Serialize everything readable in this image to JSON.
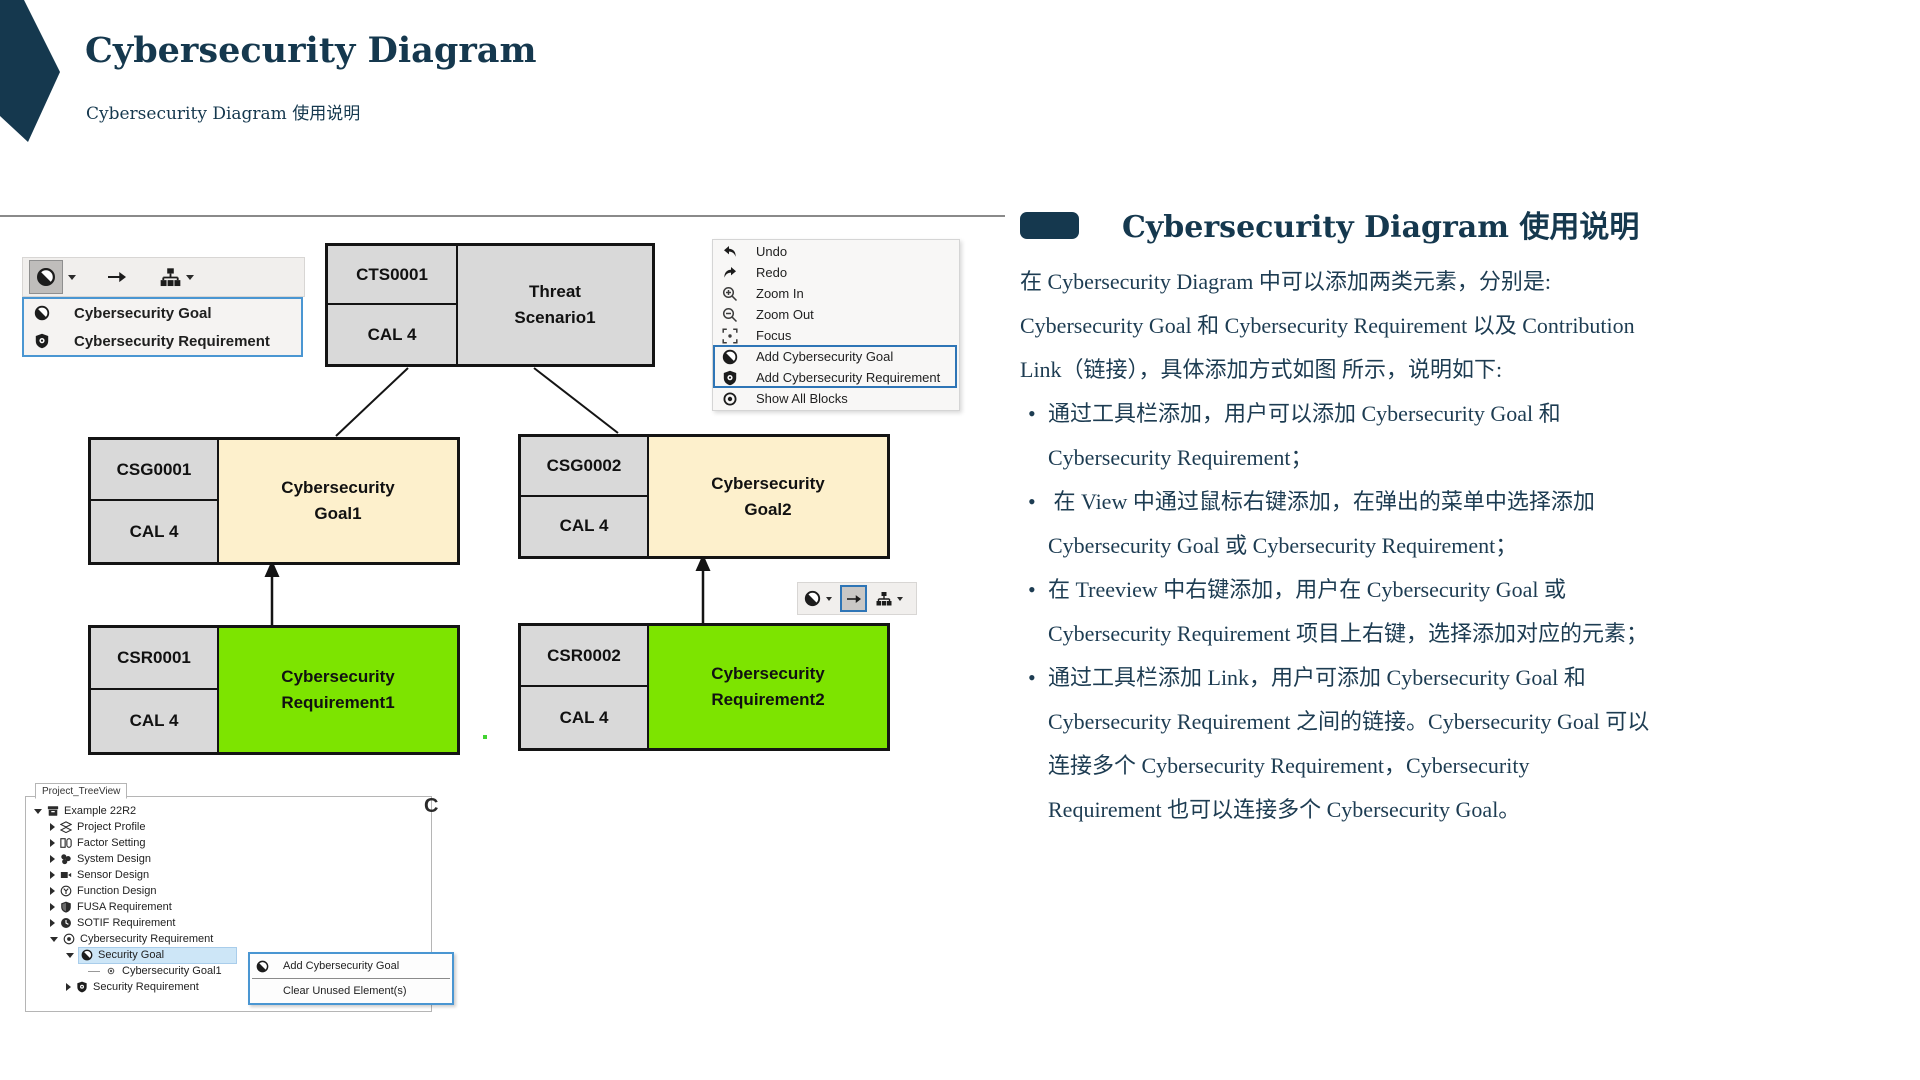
{
  "colors": {
    "accent_navy": "#15384E",
    "block_gray": "#D9D9D9",
    "goal_fill": "#FDF0CC",
    "requirement_fill": "#7DE400",
    "selection_blue": "#2E75B6",
    "tree_highlight": "#CDE6F7"
  },
  "header": {
    "title": "Cybersecurity Diagram",
    "subtitle": "Cybersecurity Diagram 使用说明"
  },
  "toolbar_dropdown": {
    "items": [
      {
        "icon": "cybersecurity-goal-icon",
        "label": "Cybersecurity Goal"
      },
      {
        "icon": "cybersecurity-requirement-icon",
        "label": "Cybersecurity Requirement"
      }
    ]
  },
  "blocks": {
    "threat": {
      "id": "CTS0001",
      "cal": "CAL 4",
      "name_lines": [
        "Threat",
        "Scenario1"
      ]
    },
    "goal1": {
      "id": "CSG0001",
      "cal": "CAL 4",
      "name_lines": [
        "Cybersecurity",
        "Goal1"
      ]
    },
    "goal2": {
      "id": "CSG0002",
      "cal": "CAL 4",
      "name_lines": [
        "Cybersecurity",
        "Goal2"
      ]
    },
    "req1": {
      "id": "CSR0001",
      "cal": "CAL 4",
      "name_lines": [
        "Cybersecurity",
        "Requirement1"
      ]
    },
    "req2": {
      "id": "CSR0002",
      "cal": "CAL 4",
      "name_lines": [
        "Cybersecurity",
        "Requirement2"
      ]
    }
  },
  "context_menu": {
    "items": [
      {
        "icon": "undo-icon",
        "label": "Undo"
      },
      {
        "icon": "redo-icon",
        "label": "Redo"
      },
      {
        "icon": "zoom-in-icon",
        "label": "Zoom In"
      },
      {
        "icon": "zoom-out-icon",
        "label": "Zoom Out"
      },
      {
        "icon": "focus-icon",
        "label": "Focus"
      },
      {
        "icon": "cybersecurity-goal-icon",
        "label": "Add Cybersecurity Goal"
      },
      {
        "icon": "cybersecurity-requirement-icon",
        "label": "Add Cybersecurity Requirement"
      },
      {
        "icon": "eye-icon",
        "label": "Show All Blocks"
      }
    ]
  },
  "treeview": {
    "tab": "Project_TreeView",
    "rows": [
      {
        "label": "Example 22R2"
      },
      {
        "label": "Project Profile"
      },
      {
        "label": "Factor Setting"
      },
      {
        "label": "System Design"
      },
      {
        "label": "Sensor Design"
      },
      {
        "label": "Function Design"
      },
      {
        "label": "FUSA Requirement"
      },
      {
        "label": "SOTIF Requirement"
      },
      {
        "label": "Cybersecurity Requirement"
      },
      {
        "label": "Security Goal"
      },
      {
        "label": "Cybersecurity Goal1"
      },
      {
        "label": "Security Requirement"
      }
    ]
  },
  "tree_menu": {
    "items": [
      {
        "icon": "cybersecurity-goal-icon",
        "label": "Add Cybersecurity Goal"
      },
      {
        "label": "Clear Unused Element(s)"
      }
    ]
  },
  "fragment_letter": "C",
  "instructions": {
    "heading": "Cybersecurity Diagram 使用说明",
    "bullet": "•",
    "lines": [
      {
        "text": "在 Cybersecurity Diagram 中可以添加两类元素，分别是:"
      },
      {
        "text": "Cybersecurity Goal 和 Cybersecurity Requirement 以及 Contribution"
      },
      {
        "text": "Link（链接），具体添加方式如图 所示，说明如下:"
      },
      {
        "text": "通过工具栏添加，用户可以添加 Cybersecurity Goal 和"
      },
      {
        "text": "Cybersecurity Requirement；"
      },
      {
        "text": " 在 View 中通过鼠标右键添加，在弹出的菜单中选择添加"
      },
      {
        "text": "Cybersecurity Goal 或 Cybersecurity Requirement；"
      },
      {
        "text": "在 Treeview 中右键添加，用户在 Cybersecurity Goal 或"
      },
      {
        "text": "Cybersecurity Requirement 项目上右键，选择添加对应的元素；"
      },
      {
        "text": "通过工具栏添加 Link，用户可添加 Cybersecurity Goal 和"
      },
      {
        "text": "Cybersecurity Requirement 之间的链接。Cybersecurity Goal 可以"
      },
      {
        "text": "连接多个 Cybersecurity Requirement，Cybersecurity"
      },
      {
        "text": "Requirement 也可以连接多个 Cybersecurity Goal。"
      }
    ]
  }
}
